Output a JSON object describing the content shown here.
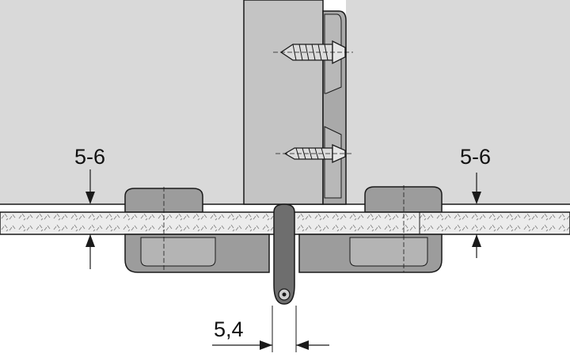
{
  "dimensions": {
    "left_gap": "5-6",
    "right_gap": "5-6",
    "slot_width": "5,4"
  },
  "colors": {
    "panel_grey": "#d9d9d9",
    "part_grey": "#9c9c9c",
    "part_dark": "#6e6e6e",
    "line": "#1a1a1a"
  }
}
